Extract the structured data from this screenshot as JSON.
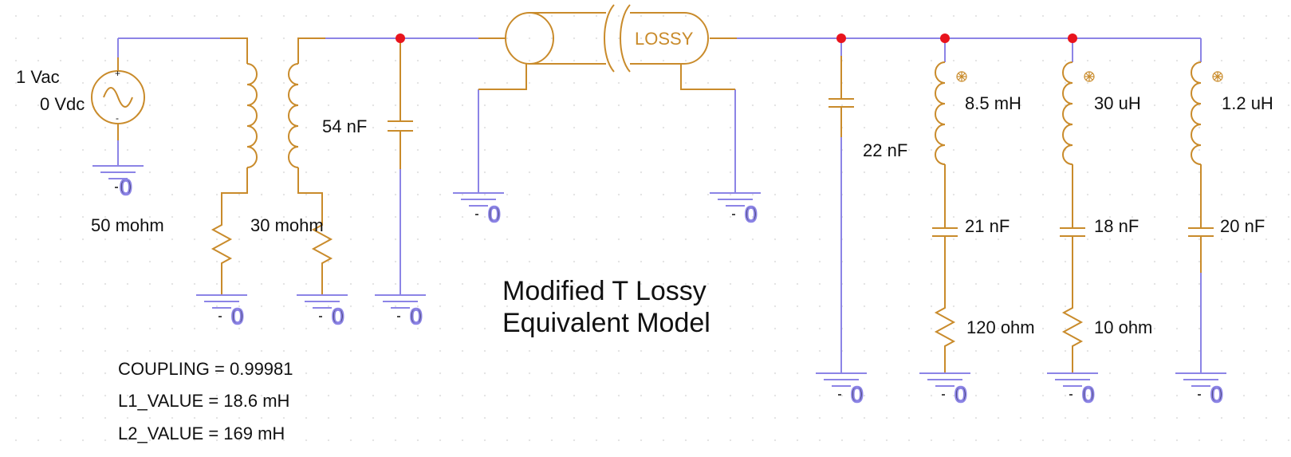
{
  "source": {
    "ac": "1 Vac",
    "dc": "0 Vdc"
  },
  "ground_label": "0",
  "resistors": {
    "r1": "50 mohm",
    "r2": "30 mohm",
    "r3": "120 ohm",
    "r4": "10 ohm"
  },
  "capacitors": {
    "c1": "54 nF",
    "c2": "22 nF",
    "c3": "21 nF",
    "c4": "18 nF",
    "c5": "20 nF"
  },
  "inductors": {
    "l1": "8.5 mH",
    "l2": "30 uH",
    "l3": "1.2 uH"
  },
  "tline_label": "LOSSY",
  "title": {
    "line1": "Modified T Lossy",
    "line2": "Equivalent Model"
  },
  "params": {
    "coupling": "COUPLING = 0.99981",
    "l1_value": "L1_VALUE = 18.6 mH",
    "l2_value": "L2_VALUE = 169 mH"
  },
  "colors": {
    "wire": "#8c84e6",
    "component": "#c98b2b",
    "node": "#e8141d",
    "text": "#111111"
  }
}
